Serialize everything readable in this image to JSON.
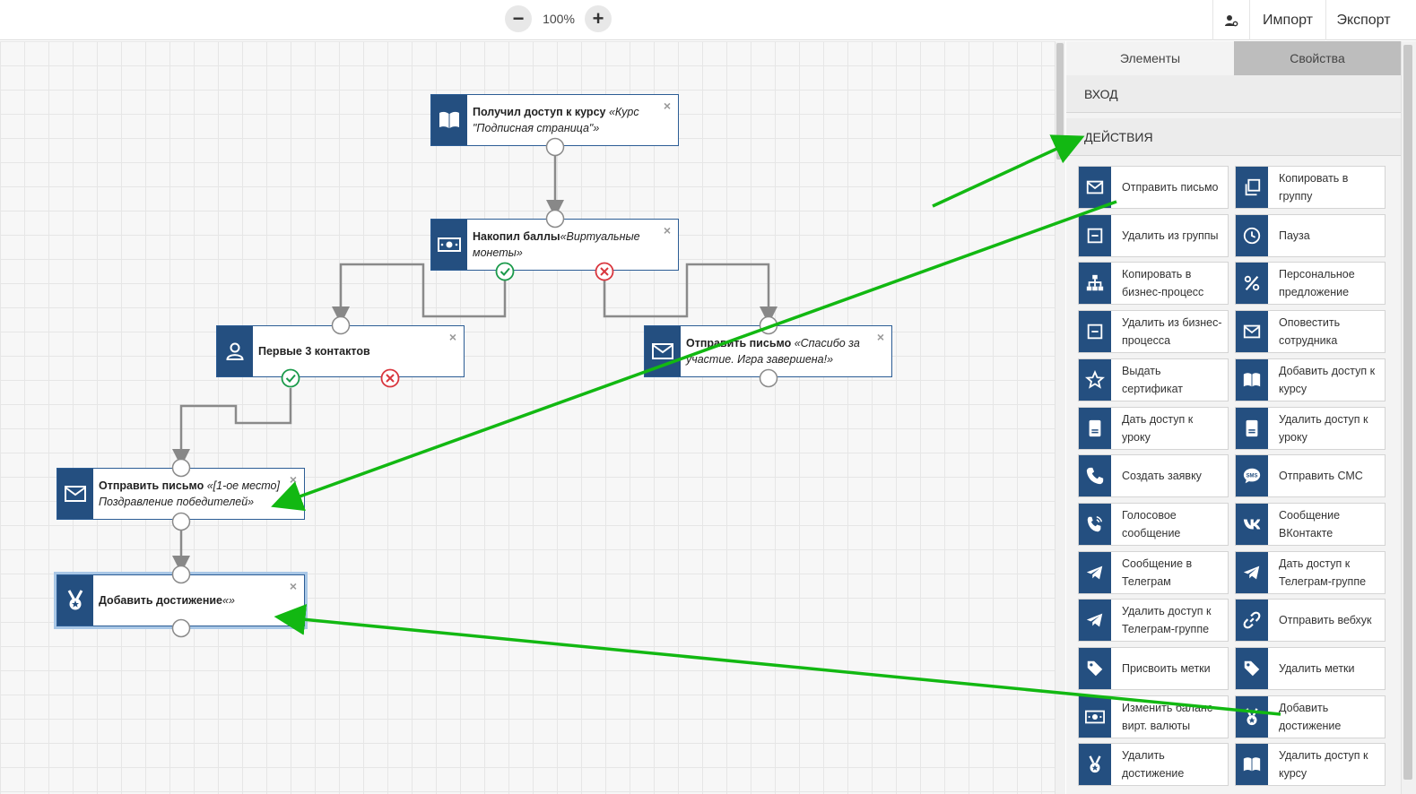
{
  "toolbar": {
    "zoom_out": "−",
    "zoom_in": "+",
    "zoom_level": "100%",
    "import_label": "Импорт",
    "export_label": "Экспорт"
  },
  "nodes": {
    "course_access": {
      "bold": "Получил доступ к курсу",
      "italic": " «Курс \"Подписная страница\"»",
      "icon": "book-icon"
    },
    "points": {
      "bold": "Накопил баллы",
      "italic": "«Виртуальные монеты»",
      "icon": "money-icon"
    },
    "first3": {
      "bold": "Первые 3 контактов",
      "italic": "",
      "icon": "user-icon"
    },
    "send_thanks": {
      "bold": "Отправить письмо",
      "italic": " «Спасибо за участие. Игра завершена!»",
      "icon": "mail-icon"
    },
    "send_winners": {
      "bold": "Отправить письмо",
      "italic": " «[1-ое место] Поздравление победителей»",
      "icon": "mail-icon"
    },
    "add_achievement": {
      "bold": "Добавить достижение",
      "italic": "«»",
      "icon": "medal-icon"
    },
    "close_symbol": "×"
  },
  "panel": {
    "tabs": [
      {
        "label": "Элементы"
      },
      {
        "label": "Свойства"
      }
    ],
    "sections": {
      "input": "ВХОД",
      "actions": "ДЕЙСТВИЯ"
    },
    "actions": [
      {
        "label": "Отправить письмо",
        "icon": "mail-icon"
      },
      {
        "label": "Копировать в группу",
        "icon": "copy-icon"
      },
      {
        "label": "Удалить из группы",
        "icon": "remove-icon"
      },
      {
        "label": "Пауза",
        "icon": "clock-icon"
      },
      {
        "label": "Копировать в бизнес-процесс",
        "icon": "sitemap-icon"
      },
      {
        "label": "Персональное предложение",
        "icon": "percent-icon"
      },
      {
        "label": "Удалить из бизнес-процесса",
        "icon": "remove-icon"
      },
      {
        "label": "Оповестить сотрудника",
        "icon": "mail-icon"
      },
      {
        "label": "Выдать сертификат",
        "icon": "star-icon"
      },
      {
        "label": "Добавить доступ к курсу",
        "icon": "book-icon"
      },
      {
        "label": "Дать доступ к уроку",
        "icon": "lesson-icon"
      },
      {
        "label": "Удалить доступ к уроку",
        "icon": "lesson-icon"
      },
      {
        "label": "Создать заявку",
        "icon": "phone-icon"
      },
      {
        "label": "Отправить СМС",
        "icon": "sms-icon"
      },
      {
        "label": "Голосовое сообщение",
        "icon": "voice-call-icon"
      },
      {
        "label": "Сообщение ВКонтакте",
        "icon": "vk-icon"
      },
      {
        "label": "Сообщение в Телеграм",
        "icon": "telegram-icon"
      },
      {
        "label": "Дать доступ к Телеграм-группе",
        "icon": "telegram-icon"
      },
      {
        "label": "Удалить доступ к Телеграм-группе",
        "icon": "telegram-icon"
      },
      {
        "label": "Отправить вебхук",
        "icon": "link-icon"
      },
      {
        "label": "Присвоить метки",
        "icon": "tag-icon"
      },
      {
        "label": "Удалить метки",
        "icon": "tag-icon"
      },
      {
        "label": "Изменить баланс вирт. валюты",
        "icon": "money-icon"
      },
      {
        "label": "Добавить достижение",
        "icon": "medal-icon"
      },
      {
        "label": "Удалить достижение",
        "icon": "medal-icon"
      },
      {
        "label": "Удалить доступ к курсу",
        "icon": "book-icon"
      }
    ]
  },
  "colors": {
    "node_icon_bg": "#244f80",
    "yes_green": "#1a9a4a",
    "no_red": "#d9363e",
    "annotation_arrow": "#12b812"
  }
}
